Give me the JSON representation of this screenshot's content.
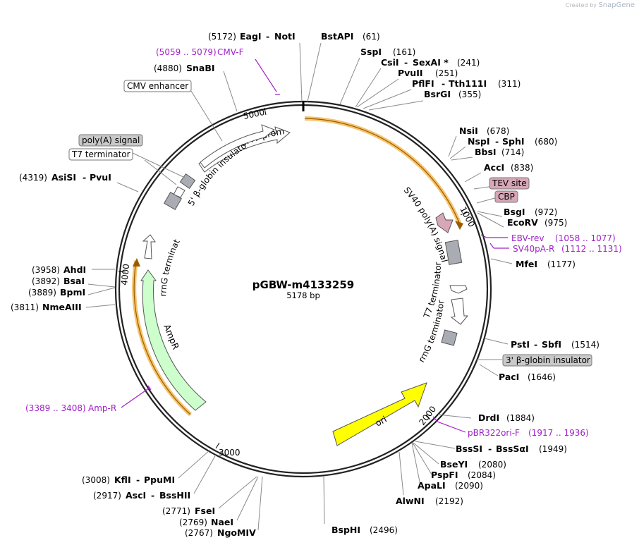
{
  "brand": {
    "created_by": "Created by",
    "name": "SnapGene"
  },
  "plasmid": {
    "name": "pGBW-m4133259",
    "length_label": "5178 bp",
    "length": 5178
  },
  "ticks": [
    "1000",
    "2000",
    "3000",
    "4000",
    "5000"
  ],
  "features": {
    "cmv_enhancer": "CMV enhancer",
    "cmv_promoter": "CMV promoter",
    "insulator_5": "5' β-globin insulator",
    "polya_signal": "poly(A) signal",
    "t7_terminator_left": "T7 terminator",
    "rrng_terminator_left": "rrnG terminator",
    "ampr": "AmpR",
    "tev_site": "TEV site",
    "cbp": "CBP",
    "sv40": "SV40 poly(A) signal",
    "t7_terminator_right": "T7 terminator",
    "rrng_terminator_right": "rrnG terminator",
    "insulator_3": "3' β-globin insulator",
    "ori": "ori"
  },
  "enzymes": {
    "eagi": "EagI",
    "eagi_sep": "-",
    "noti": "NotI",
    "eagi_pos": "(5172)",
    "bstapi": "BstAPI",
    "bstapi_pos": "(61)",
    "sspi": "SspI",
    "sspi_pos": "(161)",
    "csii": "CsiI",
    "csii_sep": "-",
    "sexai": "SexAI *",
    "csii_pos": "(241)",
    "pvuii": "PvuII",
    "pvuii_pos": "(251)",
    "pflfi": "PflFI",
    "pflfi_sep": "-",
    "tth111i": "Tth111I",
    "pflfi_pos": "(311)",
    "bsrgi": "BsrGI",
    "bsrgi_pos": "(355)",
    "snabi": "SnaBI",
    "snabi_pos": "(4880)",
    "nsii": "NsiI",
    "nsii_pos": "(678)",
    "nspi": "NspI",
    "nspi_sep": "-",
    "sphi": "SphI",
    "nspi_pos": "(680)",
    "bbsi": "BbsI",
    "bbsi_pos": "(714)",
    "acci": "AccI",
    "acci_pos": "(838)",
    "bsgi": "BsgI",
    "bsgi_pos": "(972)",
    "ecorv": "EcoRV",
    "ecorv_pos": "(975)",
    "mfei": "MfeI",
    "mfei_pos": "(1177)",
    "asisi": "AsiSI",
    "asisi_sep": "-",
    "pvui": "PvuI",
    "asisi_pos": "(4319)",
    "ahdi": "AhdI",
    "ahdi_pos": "(3958)",
    "bsai": "BsaI",
    "bsai_pos": "(3892)",
    "bpmi": "BpmI",
    "bpmi_pos": "(3889)",
    "nmeaiii": "NmeAIII",
    "nmeaiii_pos": "(3811)",
    "psti": "PstI",
    "psti_sep": "-",
    "sbfi": "SbfI",
    "psti_pos": "(1514)",
    "paci": "PacI",
    "paci_pos": "(1646)",
    "drdi": "DrdI",
    "drdi_pos": "(1884)",
    "bsssi": "BssSI",
    "bsssi_sep": "-",
    "bsssai": "BssSαI",
    "bsssi_pos": "(1949)",
    "bseyi": "BseYI",
    "bseyi_pos": "(2080)",
    "pspfi": "PspFI",
    "pspfi_pos": "(2084)",
    "apali": "ApaLI",
    "apali_pos": "(2090)",
    "alwni": "AlwNI",
    "alwni_pos": "(2192)",
    "bsphi": "BspHI",
    "bsphi_pos": "(2496)",
    "kfli": "KflI",
    "kfli_sep": "-",
    "ppumi": "PpuMI",
    "kfli_pos": "(3008)",
    "asci": "AscI",
    "asci_sep": "-",
    "bsshii": "BssHII",
    "asci_pos": "(2917)",
    "fsei": "FseI",
    "fsei_pos": "(2771)",
    "naei": "NaeI",
    "naei_pos": "(2769)",
    "ngomiv": "NgoMIV",
    "ngomiv_pos": "(2767)"
  },
  "primers": {
    "cmvf_range": "(5059 .. 5079)",
    "cmvf_name": "CMV-F",
    "ebvrev_name": "EBV-rev",
    "ebvrev_range": "(1058 .. 1077)",
    "sv40pa_name": "SV40pA-R",
    "sv40pa_range": "(1112 .. 1131)",
    "pbr322_name": "pBR322ori-F",
    "pbr322_range": "(1917 .. 1936)",
    "ampr_range": "(3389 .. 3408)",
    "ampr_name": "Amp-R"
  },
  "colors": {
    "backbone": "#222222",
    "orf_orange": "#f5c36b",
    "ampr_fill": "#ccffcc",
    "ori_fill": "#ffff00",
    "primer": "#a020c8",
    "tag_pink": "#d7a7b7",
    "misc_gray": "#a9adb3"
  }
}
